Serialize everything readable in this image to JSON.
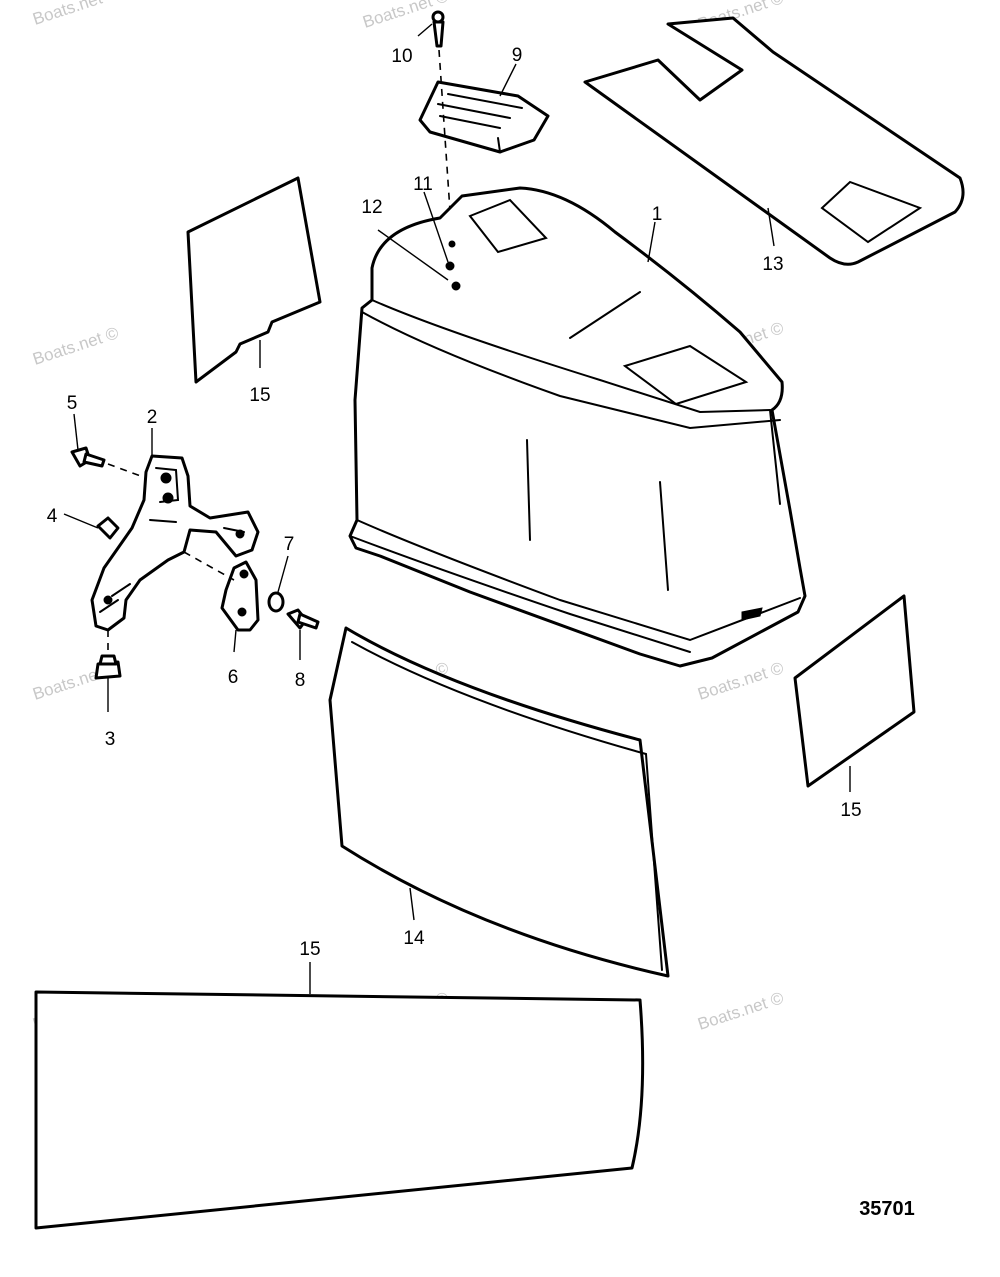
{
  "watermark": "Boats.net ©",
  "reference_number": "35701",
  "callouts": {
    "c1": "1",
    "c2": "2",
    "c3": "3",
    "c4": "4",
    "c5": "5",
    "c6": "6",
    "c7": "7",
    "c8": "8",
    "c9": "9",
    "c10": "10",
    "c11": "11",
    "c12": "12",
    "c13": "13",
    "c14": "14",
    "c15a": "15",
    "c15b": "15",
    "c15c": "15"
  }
}
